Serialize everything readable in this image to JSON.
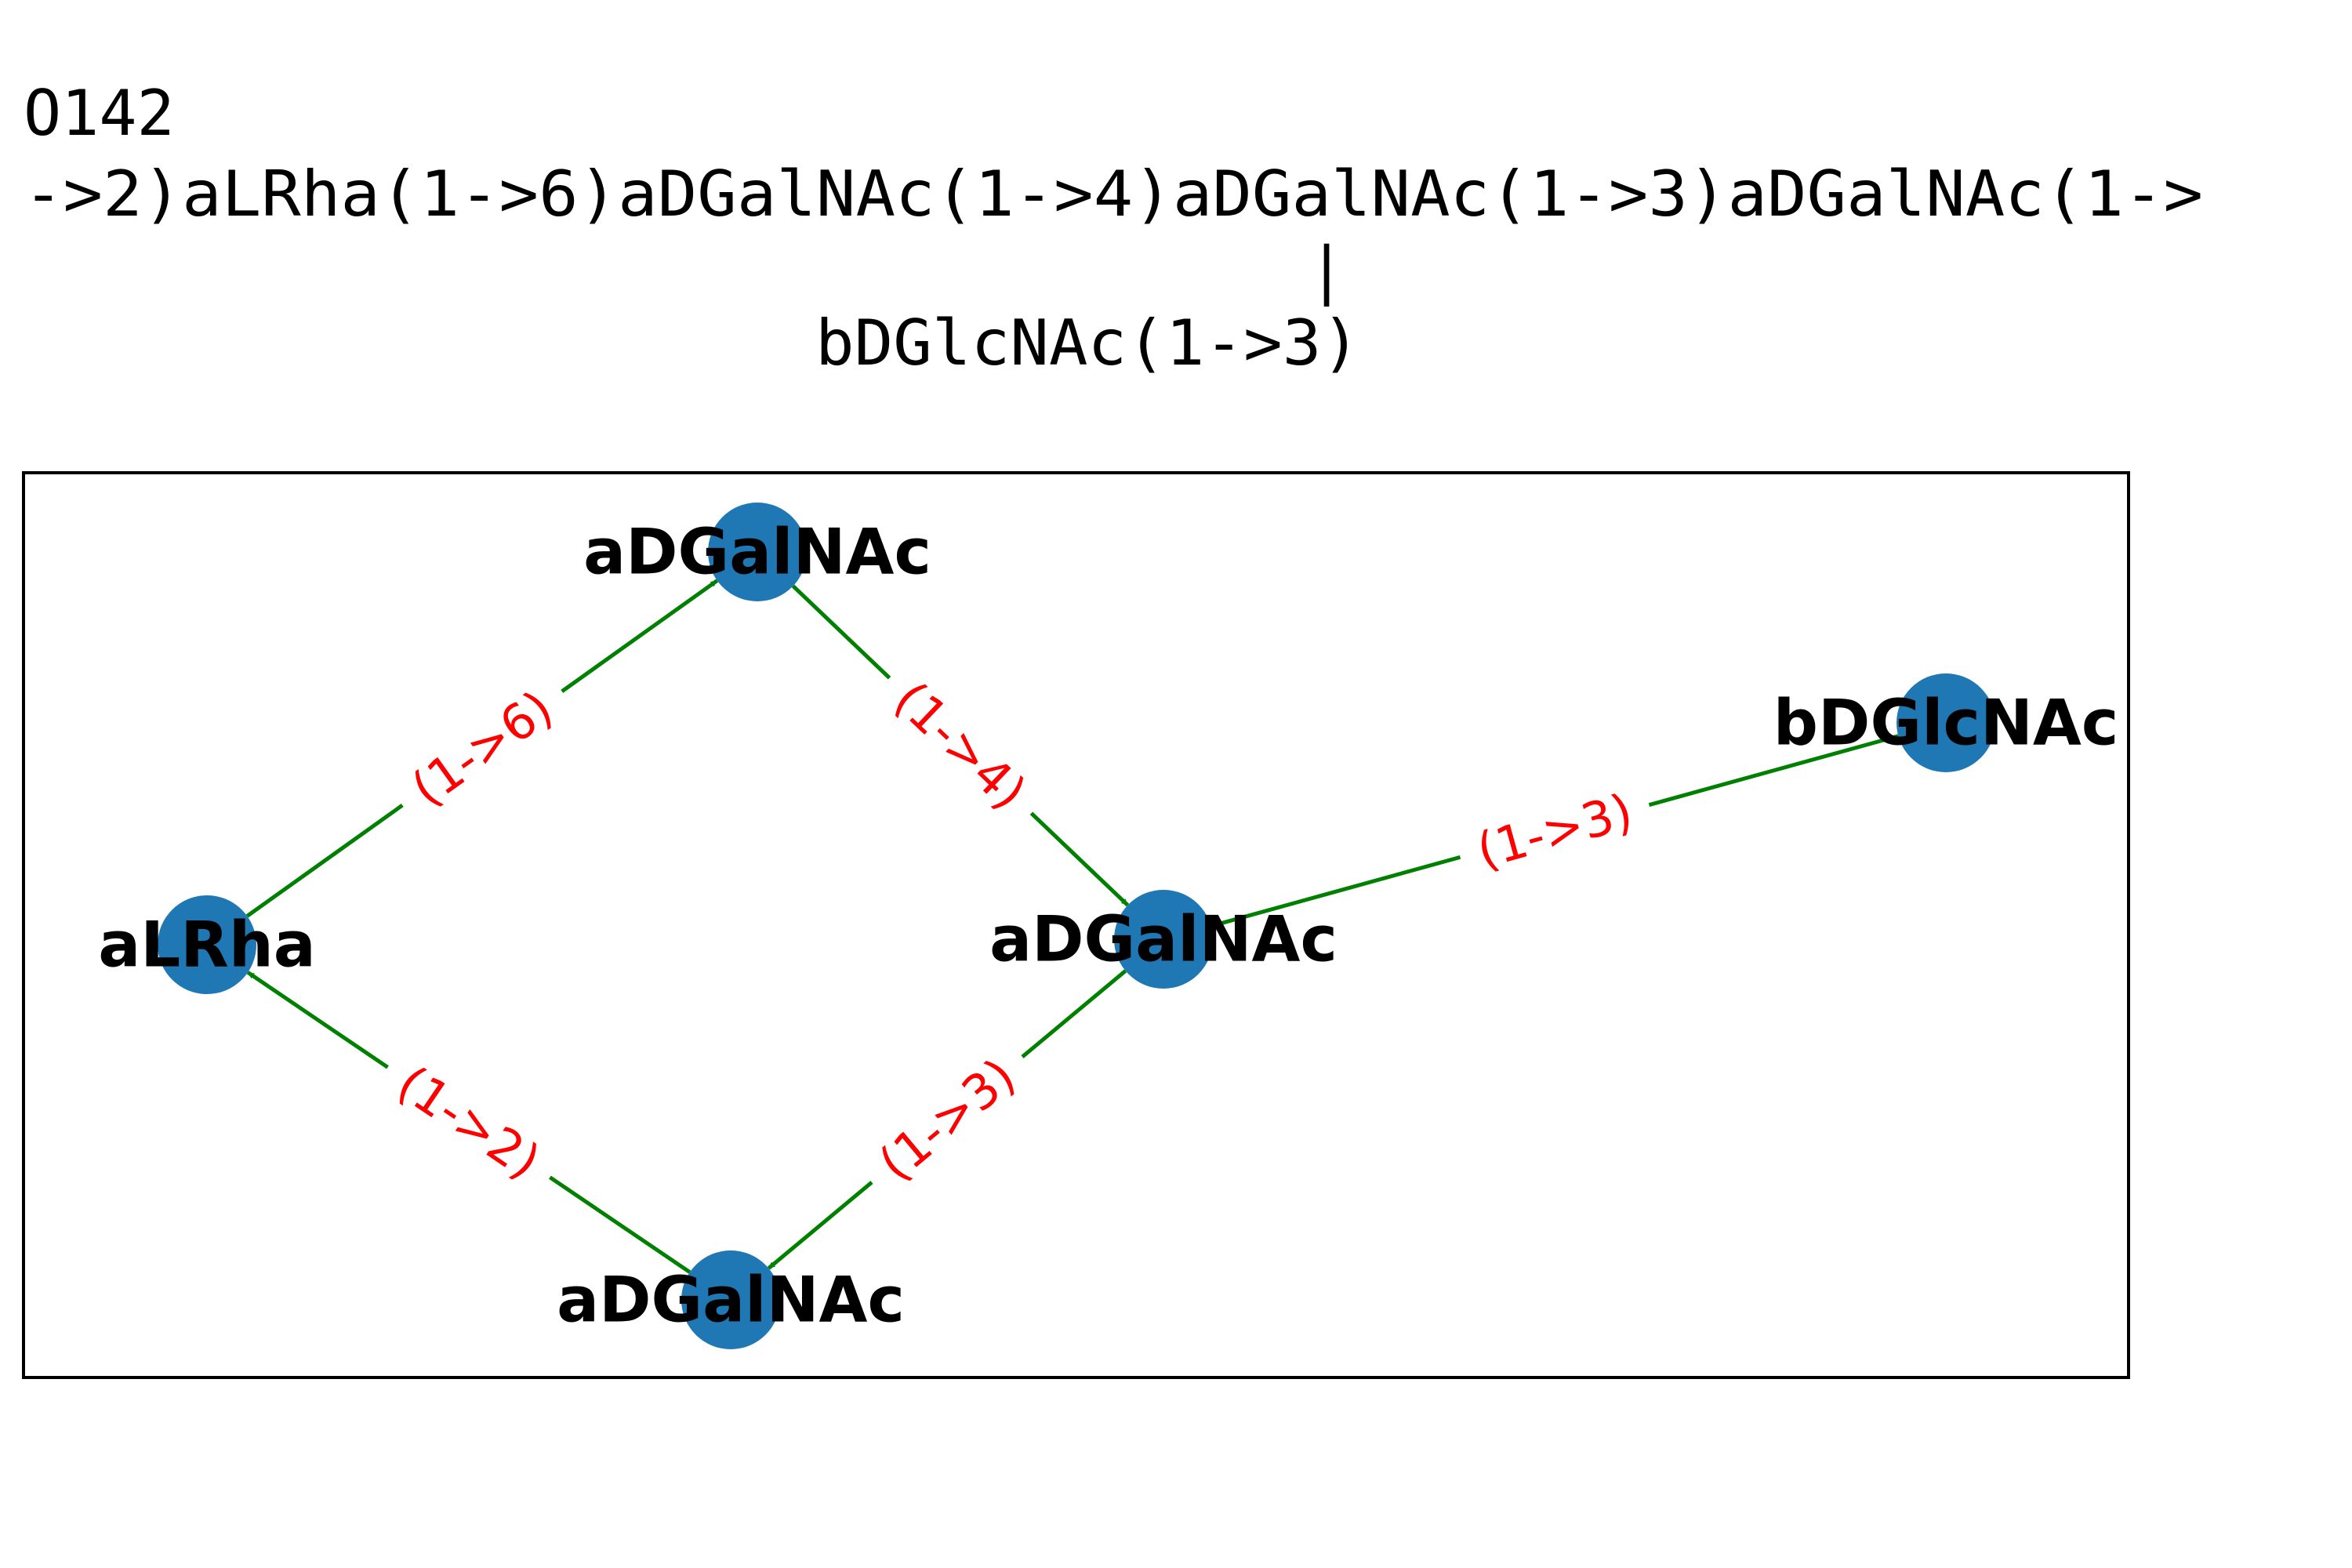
{
  "header": {
    "title": "O142",
    "sequence_line": "->2)aLRha(1->6)aDGalNAc(1->4)aDGalNAc(1->3)aDGalNAc(1->",
    "branch_bar": "|",
    "branch_line": "bDGlcNAc(1->3)"
  },
  "graph": {
    "nodes": [
      {
        "id": "n1",
        "label": "aLRha"
      },
      {
        "id": "n2",
        "label": "aDGalNAc"
      },
      {
        "id": "n3",
        "label": "aDGalNAc"
      },
      {
        "id": "n4",
        "label": "aDGalNAc"
      },
      {
        "id": "n5",
        "label": "bDGlcNAc"
      }
    ],
    "edges": [
      {
        "id": "e1",
        "from": "n1",
        "to": "n2",
        "label": "(1->6)"
      },
      {
        "id": "e2",
        "from": "n2",
        "to": "n3",
        "label": "(1->4)"
      },
      {
        "id": "e3",
        "from": "n3",
        "to": "n4",
        "label": "(1->3)"
      },
      {
        "id": "e4",
        "from": "n4",
        "to": "n1",
        "label": "(1->2)"
      },
      {
        "id": "e5",
        "from": "n5",
        "to": "n3",
        "label": "(1->3)"
      }
    ],
    "colors": {
      "node": "#1f77b4",
      "edge": "#008000",
      "edge_label": "#ff0000",
      "node_label": "#000000",
      "frame": "#000000"
    }
  }
}
